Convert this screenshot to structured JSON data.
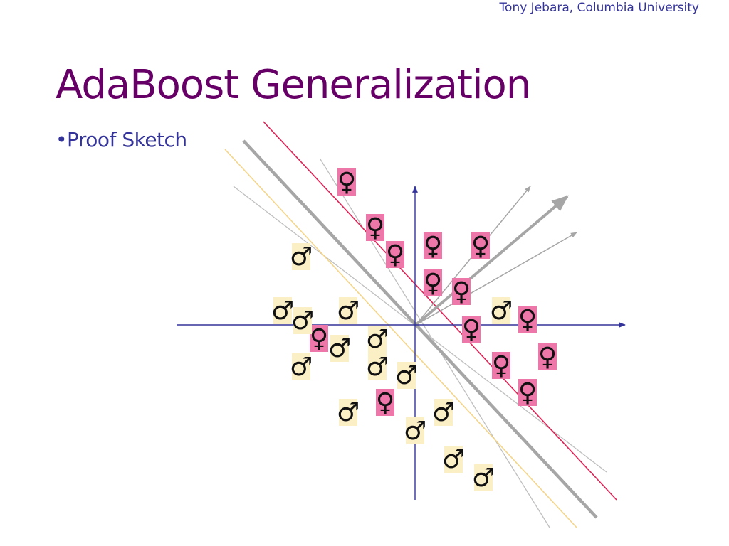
{
  "slide": {
    "author": "Tony Jebara, Columbia University",
    "title": "AdaBoost Generalization",
    "bullets": [
      {
        "marker": "•",
        "text": "Proof Sketch"
      }
    ]
  },
  "colors": {
    "accent": "#660066",
    "text": "#333399",
    "axis": "#333399",
    "female_bg": "#ee77aa",
    "male_bg": "#fbefc6",
    "line_main": "#a6a6a6",
    "line_thin": "#bfbfbf",
    "line_red": "#dd2255",
    "line_yellow": "#f4d58a",
    "arrow": "#a6a6a6",
    "glyph": "#111111"
  },
  "diagram": {
    "icons": {
      "female": {
        "name": "female-symbol-icon",
        "glyph": "♀"
      },
      "male": {
        "name": "male-symbol-icon",
        "glyph": "♂"
      }
    }
  }
}
